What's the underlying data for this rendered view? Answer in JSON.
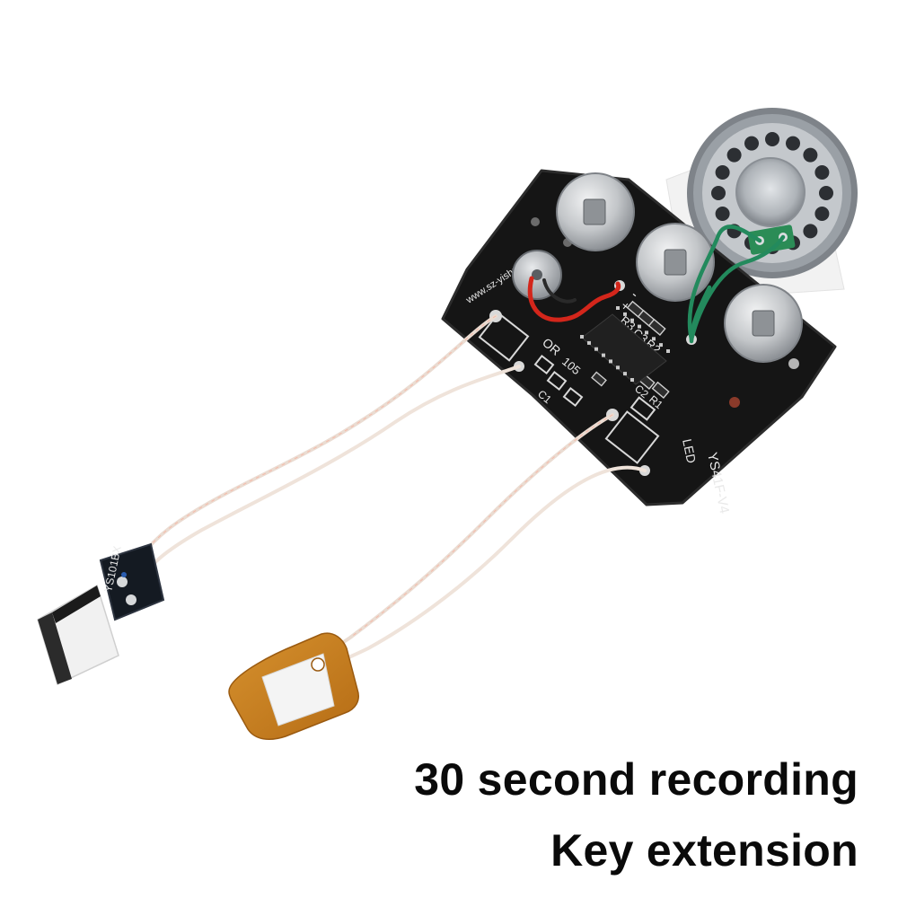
{
  "caption": {
    "line1": "30 second recording",
    "line2": "Key extension"
  },
  "board_markings": {
    "website": "www.sz-yishu.cn",
    "model": "YS41F-V4",
    "led": "LED",
    "or": "OR",
    "r105": "105",
    "c1": "C1",
    "c2": "C2",
    "c3": "C3",
    "r1": "R1",
    "r2": "R2",
    "r3": "R3",
    "minus": "-",
    "plus": "+",
    "mini_board": "YS101BX"
  },
  "colors": {
    "pcb": "#141414",
    "pcb_edge": "#2a2a2a",
    "speaker_rim": "#8e9297",
    "speaker_cone": "#b9bdc2",
    "battery": "#c7c9cc",
    "flex_tab": "#c9801f",
    "wire_red": "#d2261c",
    "wire_green": "#1f8a5c",
    "caption": "#0a0a0a"
  }
}
